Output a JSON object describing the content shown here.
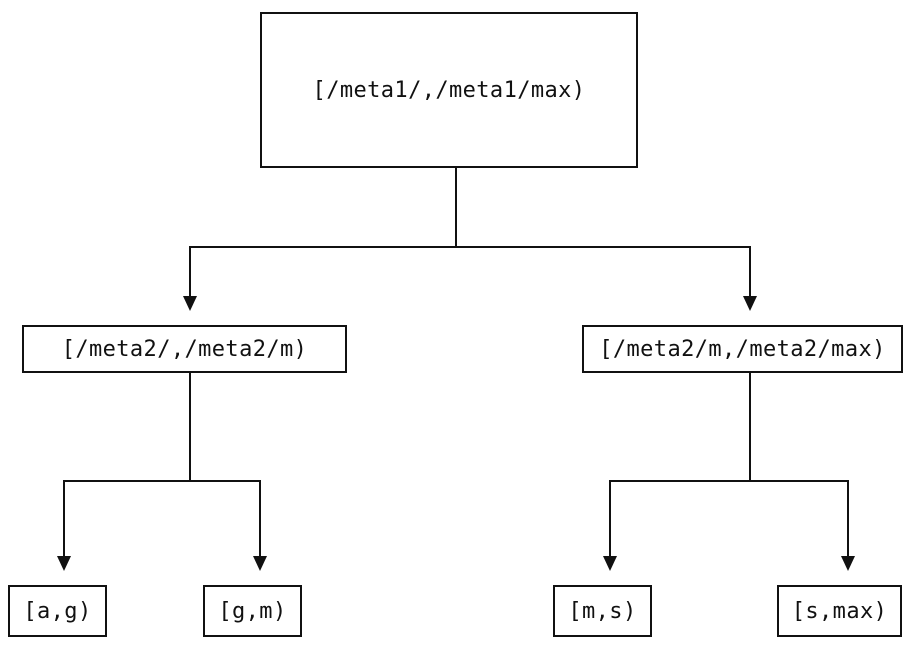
{
  "diagram": {
    "type": "tree",
    "colors": {
      "line": "#111111",
      "background": "#ffffff",
      "text": "#111111"
    },
    "root": {
      "label": "[/meta1/,/meta1/max)",
      "children": [
        {
          "label": "[/meta2/,/meta2/m)",
          "children": [
            {
              "label": "[a,g)"
            },
            {
              "label": "[g,m)"
            }
          ]
        },
        {
          "label": "[/meta2/m,/meta2/max)",
          "children": [
            {
              "label": "[m,s)"
            },
            {
              "label": "[s,max)"
            }
          ]
        }
      ]
    }
  }
}
